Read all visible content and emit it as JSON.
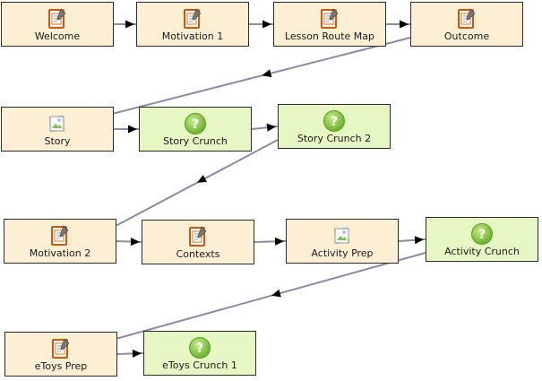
{
  "colors": {
    "page_node_fill": "#fcefd3",
    "question_node_fill": "#e6f7c4",
    "connector_line": "#8f8aa5",
    "arrow": "#000000"
  },
  "nodes": [
    {
      "id": "welcome",
      "label": "Welcome",
      "type": "page",
      "icon": "document-icon"
    },
    {
      "id": "motivation-1",
      "label": "Motivation 1",
      "type": "page",
      "icon": "document-icon"
    },
    {
      "id": "lesson-route-map",
      "label": "Lesson Route Map",
      "type": "page",
      "icon": "document-icon"
    },
    {
      "id": "outcome",
      "label": "Outcome",
      "type": "page",
      "icon": "document-icon"
    },
    {
      "id": "story",
      "label": "Story",
      "type": "page",
      "icon": "image-icon"
    },
    {
      "id": "story-crunch",
      "label": "Story Crunch",
      "type": "question",
      "icon": "question-icon"
    },
    {
      "id": "story-crunch-2",
      "label": "Story Crunch 2",
      "type": "question",
      "icon": "question-icon"
    },
    {
      "id": "motivation-2",
      "label": "Motivation 2",
      "type": "page",
      "icon": "document-icon"
    },
    {
      "id": "contexts",
      "label": "Contexts",
      "type": "page",
      "icon": "document-icon"
    },
    {
      "id": "activity-prep",
      "label": "Activity Prep",
      "type": "page",
      "icon": "image-icon"
    },
    {
      "id": "activity-crunch",
      "label": "Activity Crunch",
      "type": "question",
      "icon": "question-icon"
    },
    {
      "id": "etoys-prep",
      "label": "eToys Prep",
      "type": "page",
      "icon": "document-icon"
    },
    {
      "id": "etoys-crunch-1",
      "label": "eToys Crunch 1",
      "type": "question",
      "icon": "question-icon"
    }
  ],
  "edges": [
    {
      "from": "welcome",
      "to": "motivation-1"
    },
    {
      "from": "motivation-1",
      "to": "lesson-route-map"
    },
    {
      "from": "lesson-route-map",
      "to": "outcome"
    },
    {
      "from": "outcome",
      "to": "story"
    },
    {
      "from": "story",
      "to": "story-crunch"
    },
    {
      "from": "story-crunch",
      "to": "story-crunch-2"
    },
    {
      "from": "story-crunch-2",
      "to": "motivation-2"
    },
    {
      "from": "motivation-2",
      "to": "contexts"
    },
    {
      "from": "contexts",
      "to": "activity-prep"
    },
    {
      "from": "activity-prep",
      "to": "activity-crunch"
    },
    {
      "from": "activity-crunch",
      "to": "etoys-prep"
    },
    {
      "from": "etoys-prep",
      "to": "etoys-crunch-1"
    }
  ]
}
